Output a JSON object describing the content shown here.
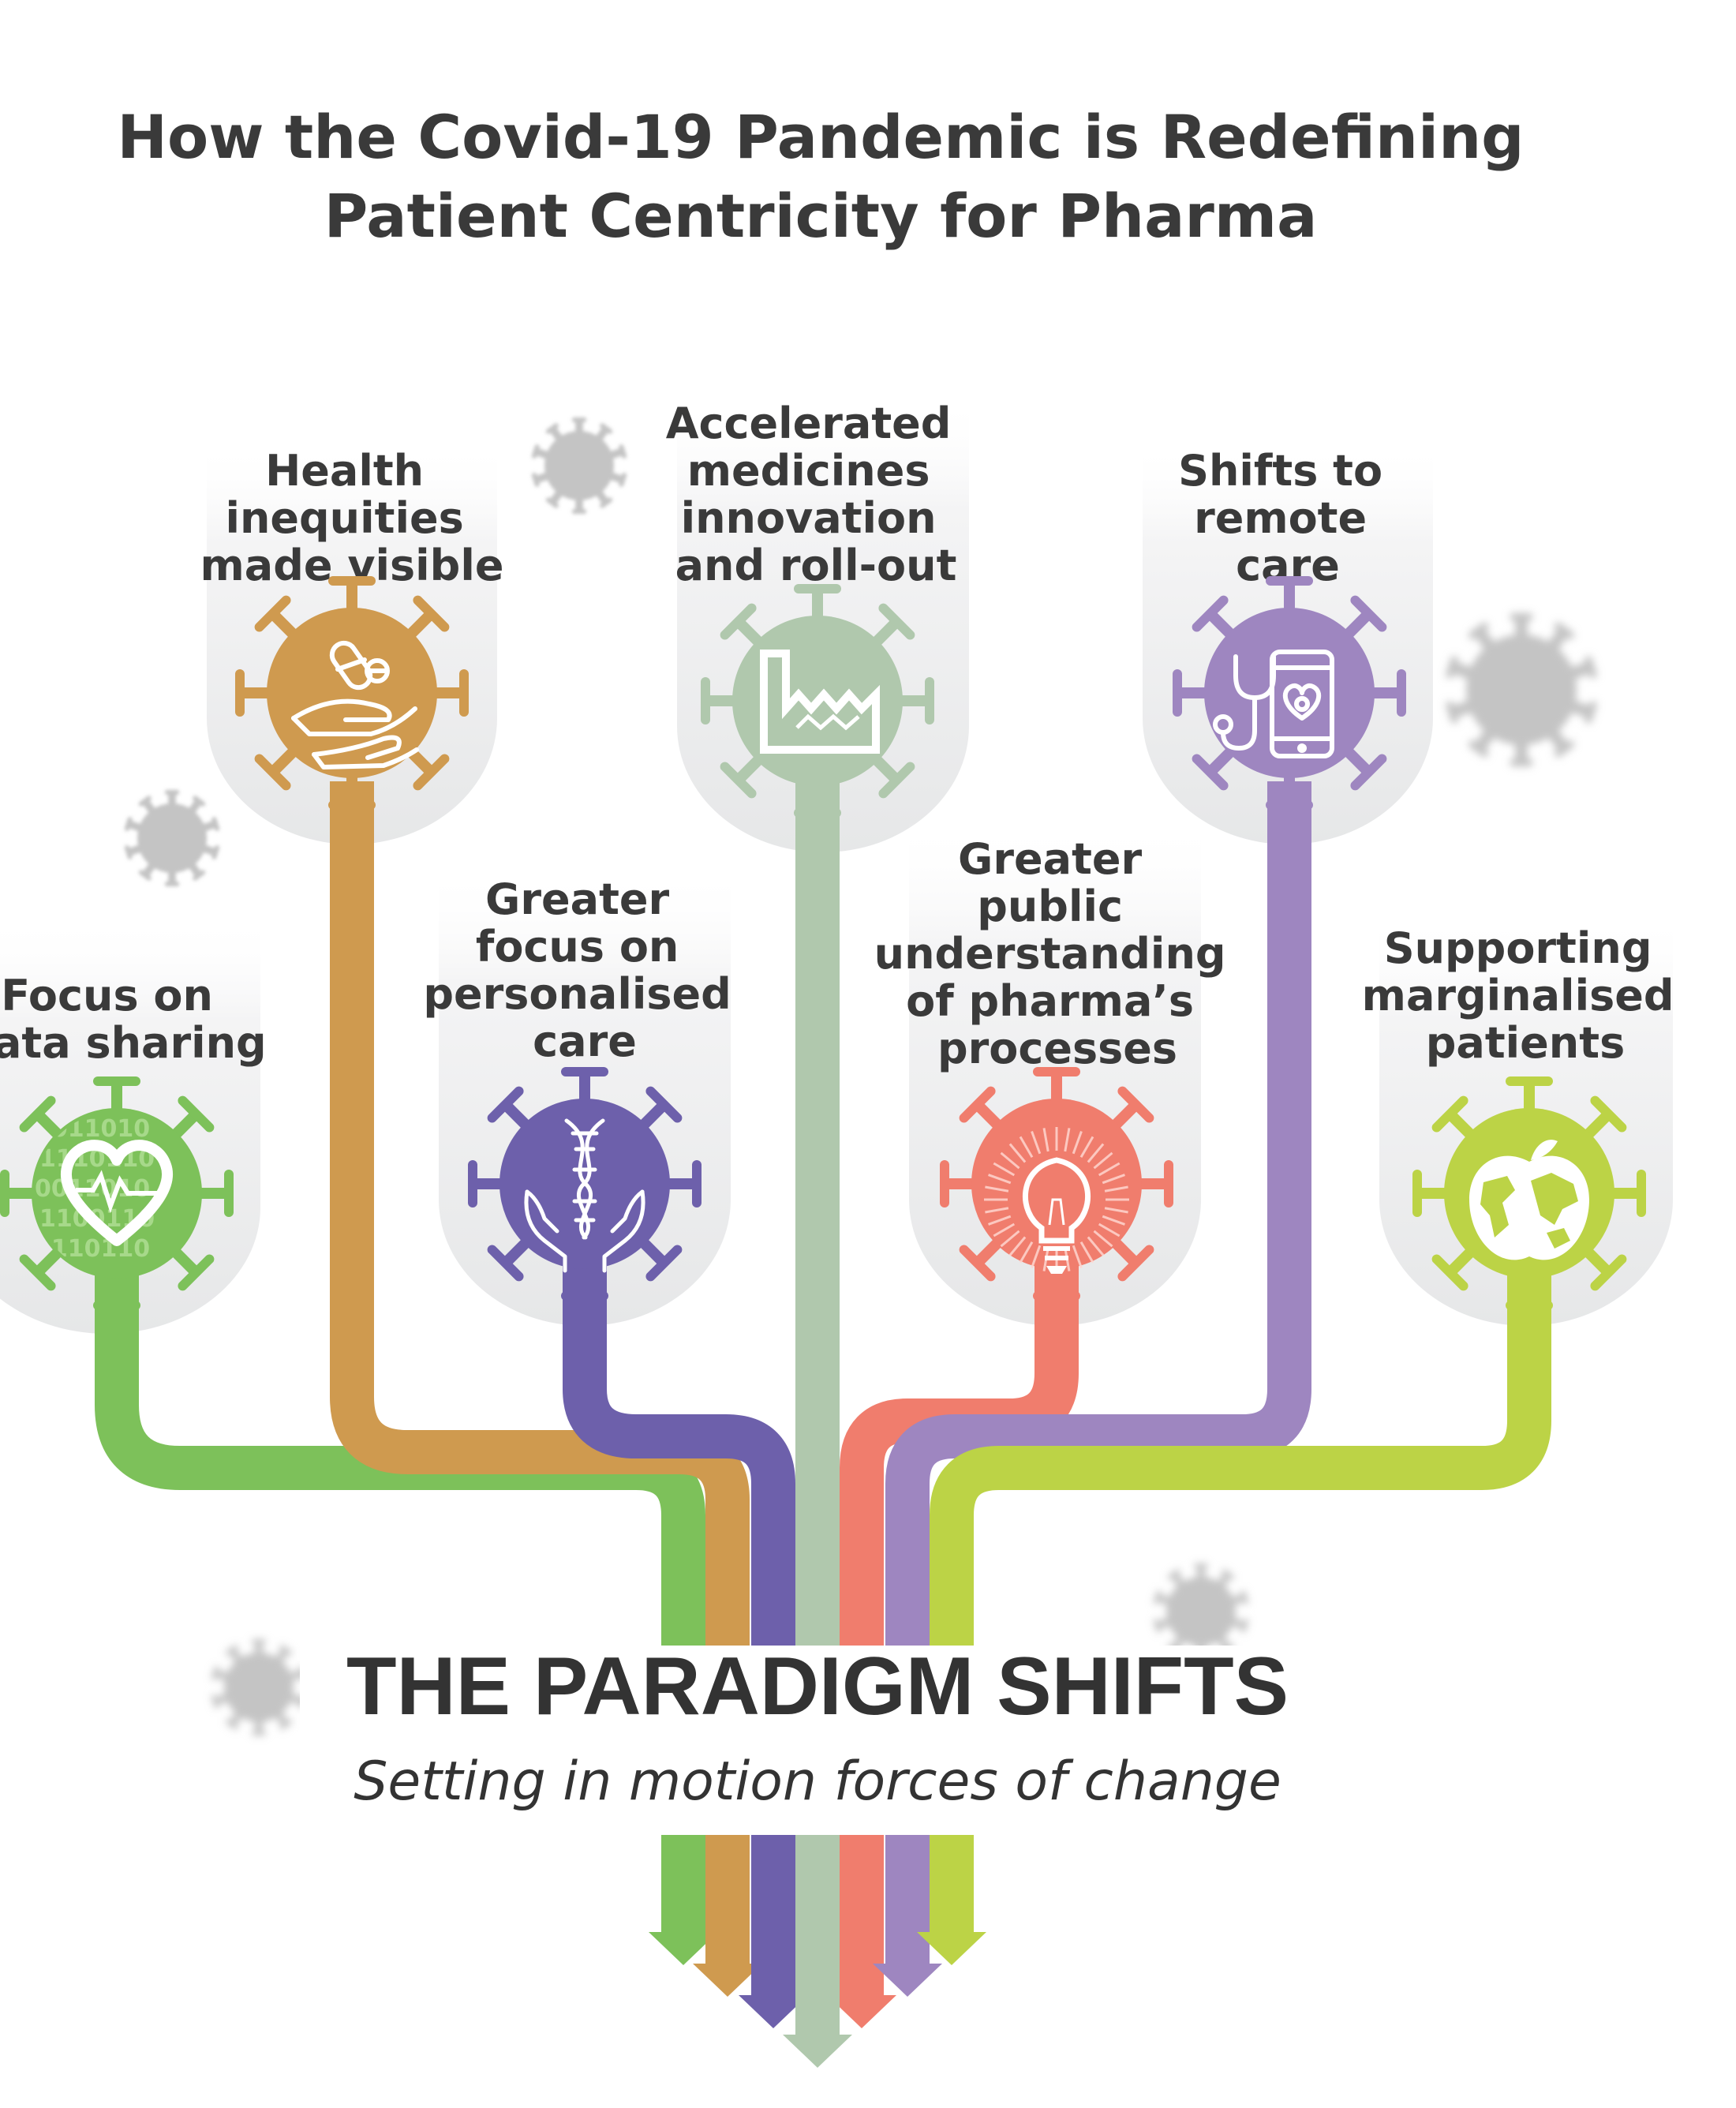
{
  "title": {
    "line1": "How the Covid-19 Pandemic is Redefining",
    "line2": "Patient Centricity for Pharma"
  },
  "heading": "THE PARADIGM SHIFTS",
  "subheading": "Setting in motion forces of change",
  "colors": {
    "green": "#7dc15a",
    "orange": "#cf9a4f",
    "indigo": "#6d60ab",
    "sage": "#b0c8ad",
    "coral": "#f07d6d",
    "lavender": "#9e86c0",
    "lime": "#bcd346",
    "gray_virus": "#c4c4c4",
    "text": "#3a3a3a"
  },
  "shifts": [
    {
      "id": "data-sharing",
      "label_lines": [
        "Focus on",
        "data sharing"
      ],
      "color": "#7dc15a",
      "icon": "heart-binary-icon"
    },
    {
      "id": "health-inequities",
      "label_lines": [
        "Health",
        "inequities",
        "made visible"
      ],
      "color": "#cf9a4f",
      "icon": "hands-pill-icon"
    },
    {
      "id": "personalised-care",
      "label_lines": [
        "Greater",
        "focus on",
        "personalised",
        "care"
      ],
      "color": "#6d60ab",
      "icon": "dna-hands-icon"
    },
    {
      "id": "medicines-innovation",
      "label_lines": [
        "Accelerated",
        "medicines",
        "innovation",
        "and roll-out"
      ],
      "color": "#b0c8ad",
      "icon": "factory-icon"
    },
    {
      "id": "public-understanding",
      "label_lines": [
        "Greater",
        "public",
        "understanding",
        "of pharma’s",
        "processes"
      ],
      "color": "#f07d6d",
      "icon": "lightbulb-icon"
    },
    {
      "id": "remote-care",
      "label_lines": [
        "Shifts to",
        "remote",
        "care"
      ],
      "color": "#9e86c0",
      "icon": "stethoscope-phone-icon"
    },
    {
      "id": "marginalised-patients",
      "label_lines": [
        "Supporting",
        "marginalised",
        "patients"
      ],
      "color": "#bcd346",
      "icon": "globe-apple-icon"
    }
  ],
  "binary_rows": [
    "0011010",
    "1110110",
    "0011010",
    "1100110",
    "1110110"
  ]
}
